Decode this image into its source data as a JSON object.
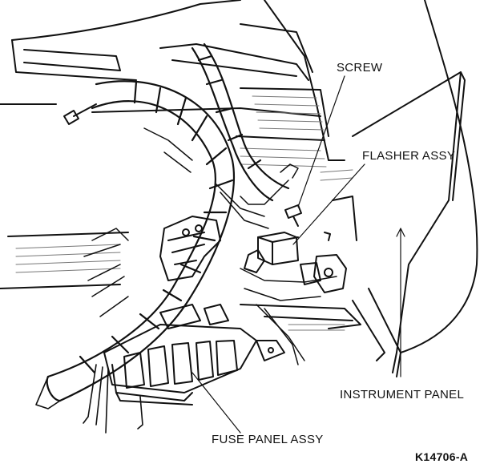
{
  "labels": {
    "screw": "SCREW",
    "flasher": "FLASHER ASSY",
    "instrument_panel": "INSTRUMENT PANEL",
    "fuse_panel": "FUSE PANEL ASSY",
    "figure_id": "K14706-A"
  },
  "colors": {
    "ink": "#111111",
    "paper": "#ffffff",
    "hatch": "#777777"
  }
}
